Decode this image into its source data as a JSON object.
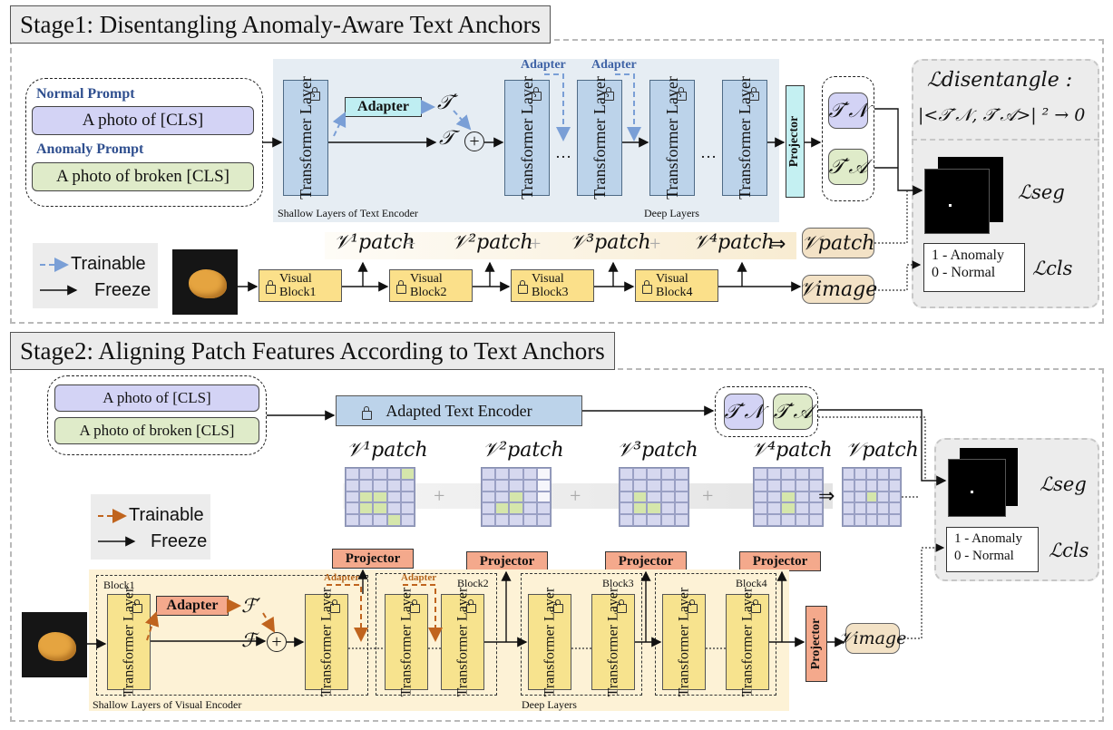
{
  "stage1": {
    "title": "Stage1: Disentangling Anomaly-Aware Text Anchors",
    "normal_prompt_label": "Normal Prompt",
    "normal_prompt_text": "A photo of [CLS]",
    "anomaly_prompt_label": "Anomaly Prompt",
    "anomaly_prompt_text": "A photo of broken [CLS]",
    "transformer_layer": "Transformer Layer",
    "adapter": "Adapter",
    "shallow_label": "Shallow Layers of Text Encoder",
    "deep_label": "Deep Layers",
    "projector": "Projector",
    "t_prime": "𝒯′",
    "t": "𝒯",
    "anchor_normal": "𝒯′𝒩",
    "anchor_anomaly": "𝒯′𝒜",
    "sum_terms": [
      "𝒱¹patch",
      "𝒱²patch",
      "𝒱³patch",
      "𝒱⁴patch"
    ],
    "v_patch": "𝒱patch",
    "v_image": "𝒱image",
    "visual_blocks": [
      "Visual Block1",
      "Visual Block2",
      "Visual Block3",
      "Visual Block4"
    ],
    "legend_trainable": "Trainable",
    "legend_freeze": "Freeze",
    "loss_disentangle": "ℒdisentangle :",
    "loss_disentangle_formula": "|<𝒯′𝒩, 𝒯′𝒜>| ² → 0",
    "loss_seg": "ℒseg",
    "loss_cls": "ℒcls",
    "cls_anomaly": "1 - Anomaly",
    "cls_normal": "0 - Normal"
  },
  "stage2": {
    "title": "Stage2: Aligning Patch Features According to Text Anchors",
    "prompt_normal": "A photo of [CLS]",
    "prompt_anomaly": "A photo of broken [CLS]",
    "encoder": "Adapted Text Encoder",
    "anchor_normal": "𝒯′𝒩",
    "anchor_anomaly": "𝒯′𝒜",
    "patch_labels": [
      "𝒱¹patch",
      "𝒱²patch",
      "𝒱³patch",
      "𝒱⁴patch",
      "𝒱patch"
    ],
    "projector": "Projector",
    "legend_trainable": "Trainable",
    "legend_freeze": "Freeze",
    "blocks": [
      "Block1",
      "Block2",
      "Block3",
      "Block4"
    ],
    "adapter": "Adapter",
    "transformer_layer": "Transformer Layer",
    "f_prime": "ℱ′",
    "f": "ℱ",
    "shallow_label": "Shallow Layers of Visual Encoder",
    "deep_label": "Deep Layers",
    "v_image": "𝒱image",
    "loss_seg": "ℒseg",
    "loss_cls": "ℒcls",
    "cls_anomaly": "1 - Anomaly",
    "cls_normal": "0 - Normal"
  },
  "colors": {
    "trainable_blue": "#7a9fd6",
    "trainable_orange": "#c0641e",
    "text_encoder": "#bcd3ea",
    "visual_block": "#fbe08a"
  }
}
